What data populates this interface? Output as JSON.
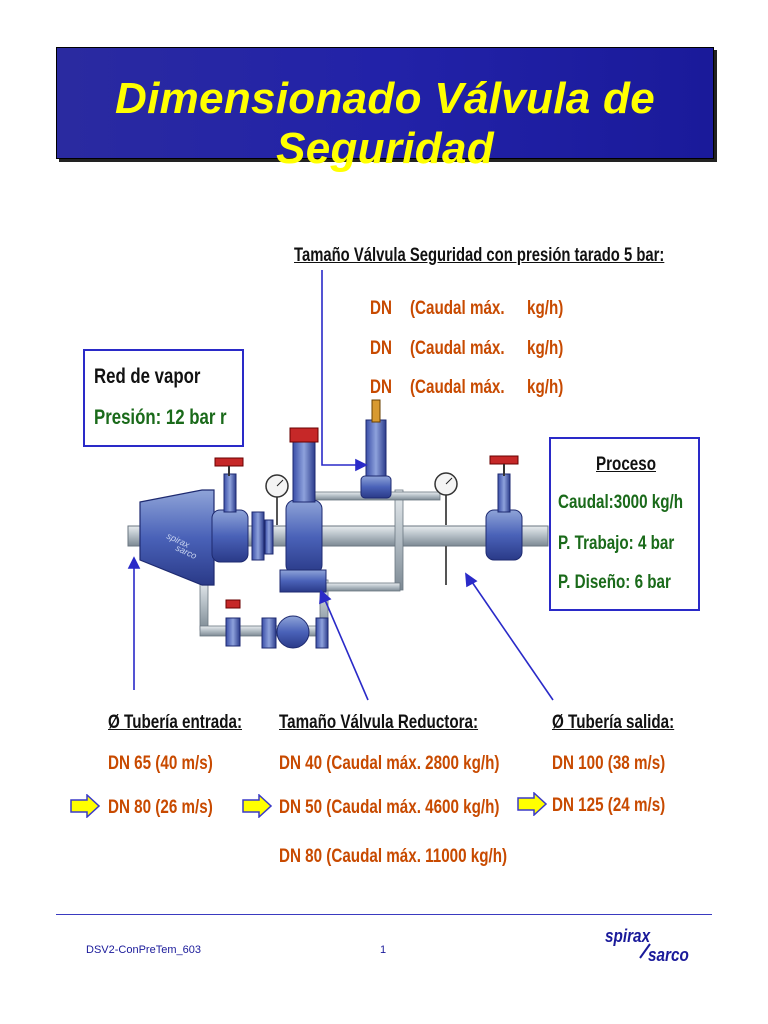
{
  "title": "Dimensionado Válvula de Seguridad",
  "safety_valve": {
    "header": "Tamaño Válvula Seguridad con presión tarado  5 bar:",
    "rows": [
      {
        "dn": "DN",
        "caudal": "(Caudal máx.",
        "unit": "kg/h)"
      },
      {
        "dn": "DN",
        "caudal": "(Caudal máx.",
        "unit": "kg/h)"
      },
      {
        "dn": "DN",
        "caudal": "(Caudal máx.",
        "unit": "kg/h)"
      }
    ]
  },
  "steam_network": {
    "title": "Red de vapor",
    "pressure": "Presión: 12 bar r"
  },
  "process": {
    "title": "Proceso",
    "flow": "Caudal:3000 kg/h",
    "work_pressure": "P. Trabajo: 4 bar",
    "design_pressure": "P. Diseño: 6 bar"
  },
  "inlet_pipe": {
    "header": "Ø Tubería entrada:",
    "items": [
      "DN 65  (40 m/s)",
      "DN 80  (26 m/s)"
    ]
  },
  "reducing_valve": {
    "header": "Tamaño Válvula Reductora:",
    "items": [
      "DN 40 (Caudal máx.  2800  kg/h)",
      "DN 50 (Caudal máx.  4600  kg/h)",
      "DN 80 (Caudal máx.  11000 kg/h)"
    ]
  },
  "outlet_pipe": {
    "header": "Ø Tubería salida:",
    "items": [
      "DN 100    (38 m/s)",
      "DN 125  (24 m/s)"
    ]
  },
  "footer": {
    "code": "DSV2-ConPreTem_603",
    "page": "1",
    "logo_top": "spirax",
    "logo_bottom": "sarco"
  },
  "diagram": {
    "separator_label_top": "spirax",
    "separator_label_bottom": "sarco"
  },
  "colors": {
    "title_bg": "#2222a8",
    "title_text": "#ffff00",
    "value_text": "#c84a00",
    "green_text": "#1a6a1a",
    "box_border": "#2a2ac8",
    "arrow_fill": "#ffff00"
  }
}
